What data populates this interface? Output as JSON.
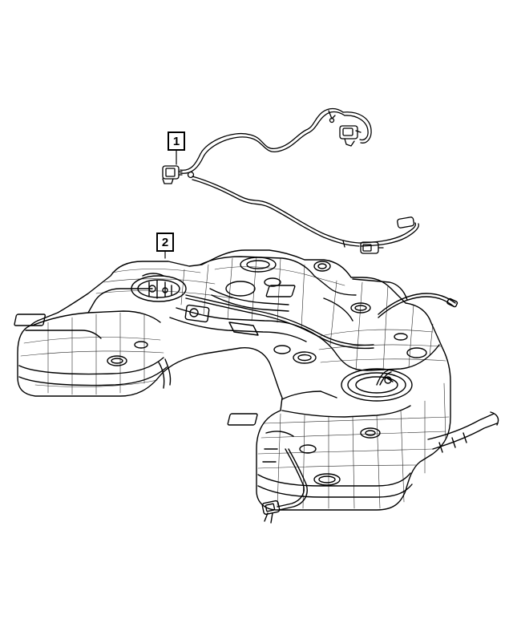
{
  "diagram": {
    "callouts": [
      {
        "label": "1",
        "part": "wiring-harness"
      },
      {
        "label": "2",
        "part": "fuel-tank"
      }
    ]
  }
}
